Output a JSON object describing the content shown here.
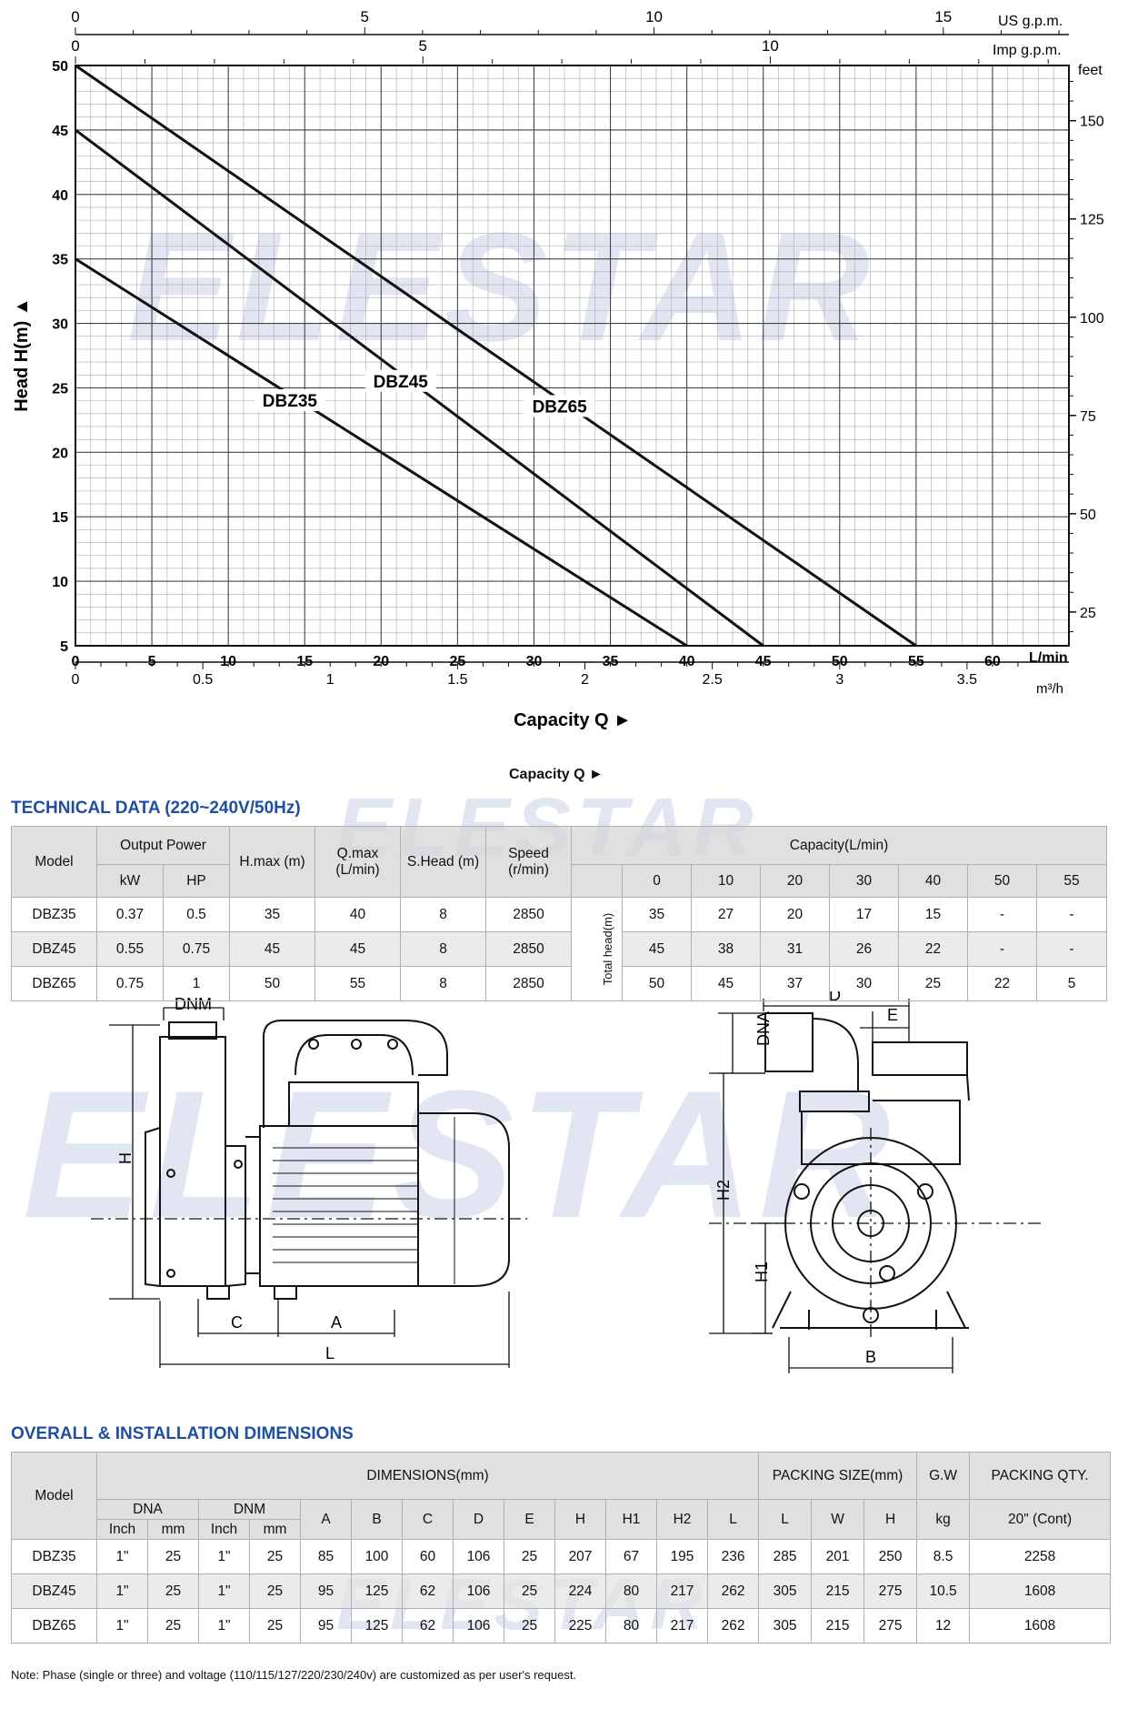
{
  "watermark": "ELESTAR",
  "chart_data": {
    "type": "line",
    "xlabel": "Capacity Q ►",
    "ylabel": "Head H(m) ▲",
    "x_unit": "L/min",
    "xlim": [
      0,
      65
    ],
    "ylim": [
      5,
      50
    ],
    "x_ticks": [
      0,
      5,
      10,
      15,
      20,
      25,
      30,
      35,
      40,
      45,
      50,
      55,
      60
    ],
    "y_ticks": [
      5,
      10,
      15,
      20,
      25,
      30,
      35,
      40,
      45,
      50
    ],
    "right_axis": {
      "unit": "feet",
      "ticks": [
        25,
        50,
        75,
        100,
        125,
        150
      ]
    },
    "m3h_axis": {
      "unit": "m³/h",
      "ticks": [
        "0",
        "0.5",
        "1",
        "1.5",
        "2",
        "2.5",
        "3",
        "3.5"
      ]
    },
    "us_gpm_axis": {
      "unit": "US g.p.m.",
      "ticks": [
        "0",
        "5",
        "10",
        "15"
      ]
    },
    "imp_gpm_axis": {
      "unit": "Imp g.p.m.",
      "ticks": [
        "0",
        "5",
        "10"
      ]
    },
    "grid": true,
    "series": [
      {
        "name": "DBZ35",
        "x": [
          0,
          40
        ],
        "y": [
          35,
          5
        ]
      },
      {
        "name": "DBZ45",
        "x": [
          0,
          45
        ],
        "y": [
          45,
          5
        ]
      },
      {
        "name": "DBZ65",
        "x": [
          0,
          55
        ],
        "y": [
          50,
          5
        ]
      }
    ]
  },
  "capacity_label_2": "Capacity Q ►",
  "technical": {
    "title": "TECHNICAL DATA (220~240V/50Hz)",
    "h_model": "Model",
    "h_output": "Output Power",
    "h_kw": "kW",
    "h_hp": "HP",
    "h_hmax": "H.max (m)",
    "h_qmax": "Q.max (L/min)",
    "h_shead": "S.Head (m)",
    "h_speed": "Speed (r/min)",
    "h_capacity": "Capacity(L/min)",
    "h_total": "Total head(m)",
    "cap_cols": [
      "0",
      "10",
      "20",
      "30",
      "40",
      "50",
      "55"
    ],
    "rows": [
      {
        "model": "DBZ35",
        "kw": "0.37",
        "hp": "0.5",
        "hmax": "35",
        "qmax": "40",
        "shead": "8",
        "speed": "2850",
        "heads": [
          "35",
          "27",
          "20",
          "17",
          "15",
          "-",
          "-"
        ]
      },
      {
        "model": "DBZ45",
        "kw": "0.55",
        "hp": "0.75",
        "hmax": "45",
        "qmax": "45",
        "shead": "8",
        "speed": "2850",
        "heads": [
          "45",
          "38",
          "31",
          "26",
          "22",
          "-",
          "-"
        ]
      },
      {
        "model": "DBZ65",
        "kw": "0.75",
        "hp": "1",
        "hmax": "50",
        "qmax": "55",
        "shead": "8",
        "speed": "2850",
        "heads": [
          "50",
          "45",
          "37",
          "30",
          "25",
          "22",
          "5"
        ]
      }
    ]
  },
  "drawing_labels": {
    "dnm": "DNM",
    "h": "H",
    "c": "C",
    "a": "A",
    "l": "L",
    "d": "D",
    "e": "E",
    "dna": "DNA",
    "h2": "H2",
    "h1": "H1",
    "b": "B"
  },
  "dimensions": {
    "title": "OVERALL & INSTALLATION DIMENSIONS",
    "h_model": "Model",
    "h_dims": "DIMENSIONS(mm)",
    "h_packing": "PACKING SIZE(mm)",
    "h_gw": "G.W",
    "h_qty": "PACKING QTY.",
    "h_dna": "DNA",
    "h_dnm": "DNM",
    "h_inch": "Inch",
    "h_mm": "mm",
    "dim_cols": [
      "A",
      "B",
      "C",
      "D",
      "E",
      "H",
      "H1",
      "H2",
      "L"
    ],
    "pack_cols": [
      "L",
      "W",
      "H"
    ],
    "h_kg": "kg",
    "h_cont": "20\" (Cont)",
    "rows": [
      {
        "model": "DBZ35",
        "dna_in": "1\"",
        "dna_mm": "25",
        "dnm_in": "1\"",
        "dnm_mm": "25",
        "dims": [
          "85",
          "100",
          "60",
          "106",
          "25",
          "207",
          "67",
          "195",
          "236"
        ],
        "pack": [
          "285",
          "201",
          "250"
        ],
        "gw": "8.5",
        "qty": "2258"
      },
      {
        "model": "DBZ45",
        "dna_in": "1\"",
        "dna_mm": "25",
        "dnm_in": "1\"",
        "dnm_mm": "25",
        "dims": [
          "95",
          "125",
          "62",
          "106",
          "25",
          "224",
          "80",
          "217",
          "262"
        ],
        "pack": [
          "305",
          "215",
          "275"
        ],
        "gw": "10.5",
        "qty": "1608"
      },
      {
        "model": "DBZ65",
        "dna_in": "1\"",
        "dna_mm": "25",
        "dnm_in": "1\"",
        "dnm_mm": "25",
        "dims": [
          "95",
          "125",
          "62",
          "106",
          "25",
          "225",
          "80",
          "217",
          "262"
        ],
        "pack": [
          "305",
          "215",
          "275"
        ],
        "gw": "12",
        "qty": "1608"
      }
    ]
  },
  "note": "Note: Phase (single or three) and voltage (110/115/127/220/230/240v) are customized as per user's request."
}
